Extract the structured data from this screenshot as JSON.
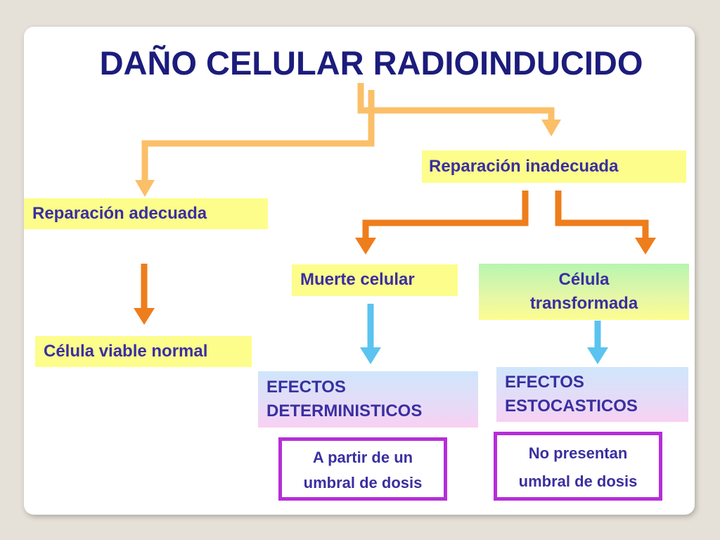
{
  "title": "DAÑO CELULAR RADIOINDUCIDO",
  "nodes": {
    "reparacion_adecuada": "Reparación adecuada",
    "reparacion_inadecuada": "Reparación inadecuada",
    "celula_viable": "Célula viable normal",
    "muerte_celular": "Muerte celular",
    "celula_transformada_1": "Célula",
    "celula_transformada_2": "transformada",
    "efectos_det_1": "EFECTOS",
    "efectos_det_2": "DETERMINISTICOS",
    "efectos_est_1": "EFECTOS",
    "efectos_est_2": "ESTOCASTICOS",
    "umbral_1": "A partir de un",
    "umbral_2": "umbral de dosis",
    "no_umbral_1": "No presentan",
    "no_umbral_2": "umbral de dosis"
  },
  "colors": {
    "title": "#1c1c7c",
    "node_text": "#3a2fa0",
    "arrow_light_orange": "#fbbf68",
    "arrow_orange": "#ee7d1c",
    "arrow_blue": "#5bc3f0",
    "note_border": "#b52ed8",
    "yellow_box": "#fdfd8c"
  }
}
